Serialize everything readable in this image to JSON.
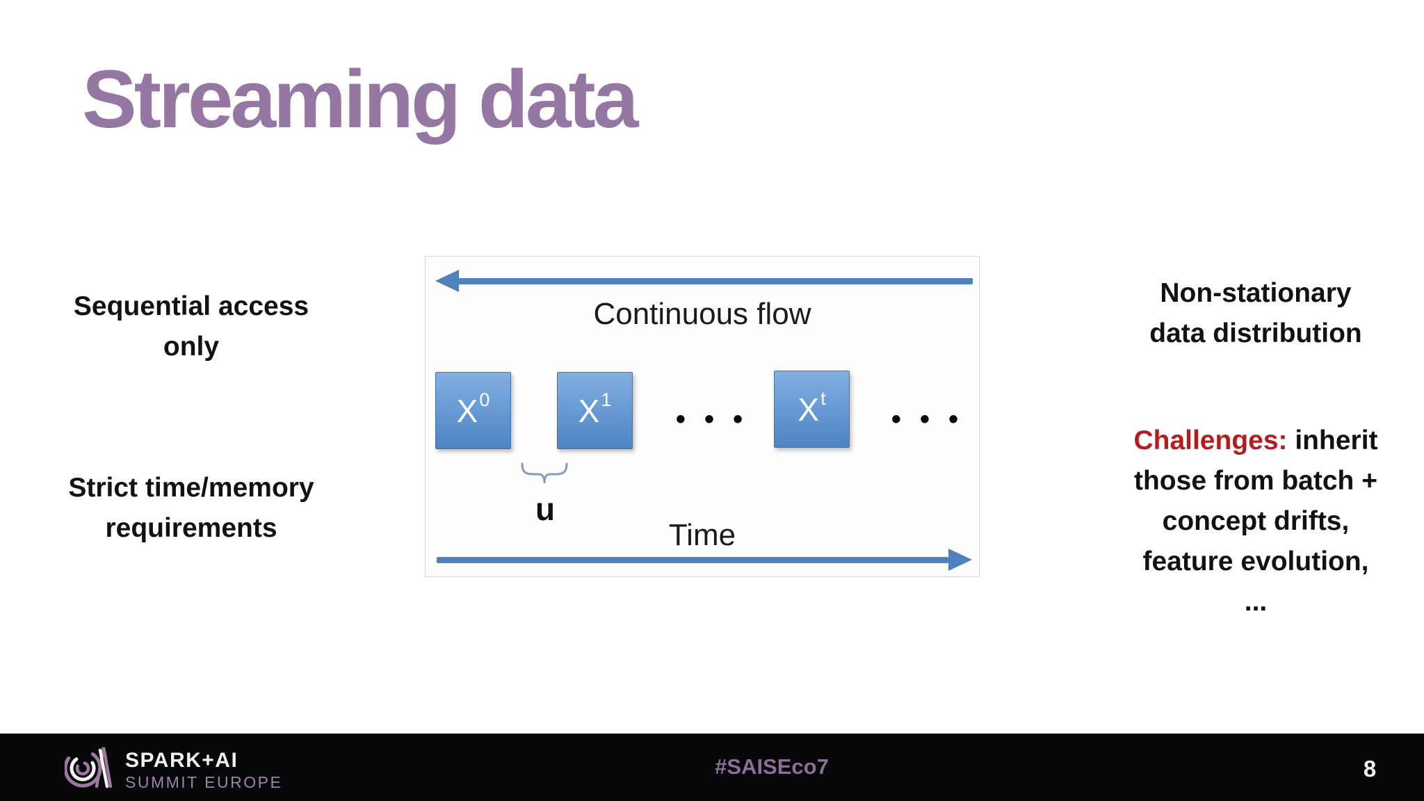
{
  "slide": {
    "title": "Streaming data",
    "left_points": [
      {
        "lines": [
          "Sequential access",
          "only"
        ]
      },
      {
        "lines": [
          "Strict time/memory",
          "requirements"
        ]
      }
    ],
    "right_top": {
      "lines": [
        "Non-stationary",
        "data distribution"
      ]
    },
    "challenges": {
      "label": "Challenges:",
      "rest_line1": " inherit",
      "lines": [
        "those from batch +",
        "concept drifts,",
        "feature evolution,",
        "..."
      ]
    },
    "diagram": {
      "flow_label": "Continuous flow",
      "time_label": "Time",
      "interval_label": "u",
      "boxes": [
        {
          "base": "X",
          "sup": "0"
        },
        {
          "base": "X",
          "sup": "1"
        },
        {
          "base": "X",
          "sup": "t"
        }
      ],
      "dots1": "• • •",
      "dots2": "• • •"
    },
    "footer": {
      "logo_primary": "SPARK+AI",
      "logo_secondary": "SUMMIT EUROPE",
      "hashtag": "#SAISEco7",
      "page_number": "8"
    },
    "colors": {
      "title_purple": "#9577A3",
      "challenge_red": "#B51D1D",
      "arrow_blue": "#4F81BD",
      "box_gradient_top": "#83AFE1",
      "box_gradient_bottom": "#4E84C4",
      "footer_background": "#070608",
      "footer_mauve": "#A183A9",
      "hashtag_purple": "#8C6F96"
    }
  }
}
